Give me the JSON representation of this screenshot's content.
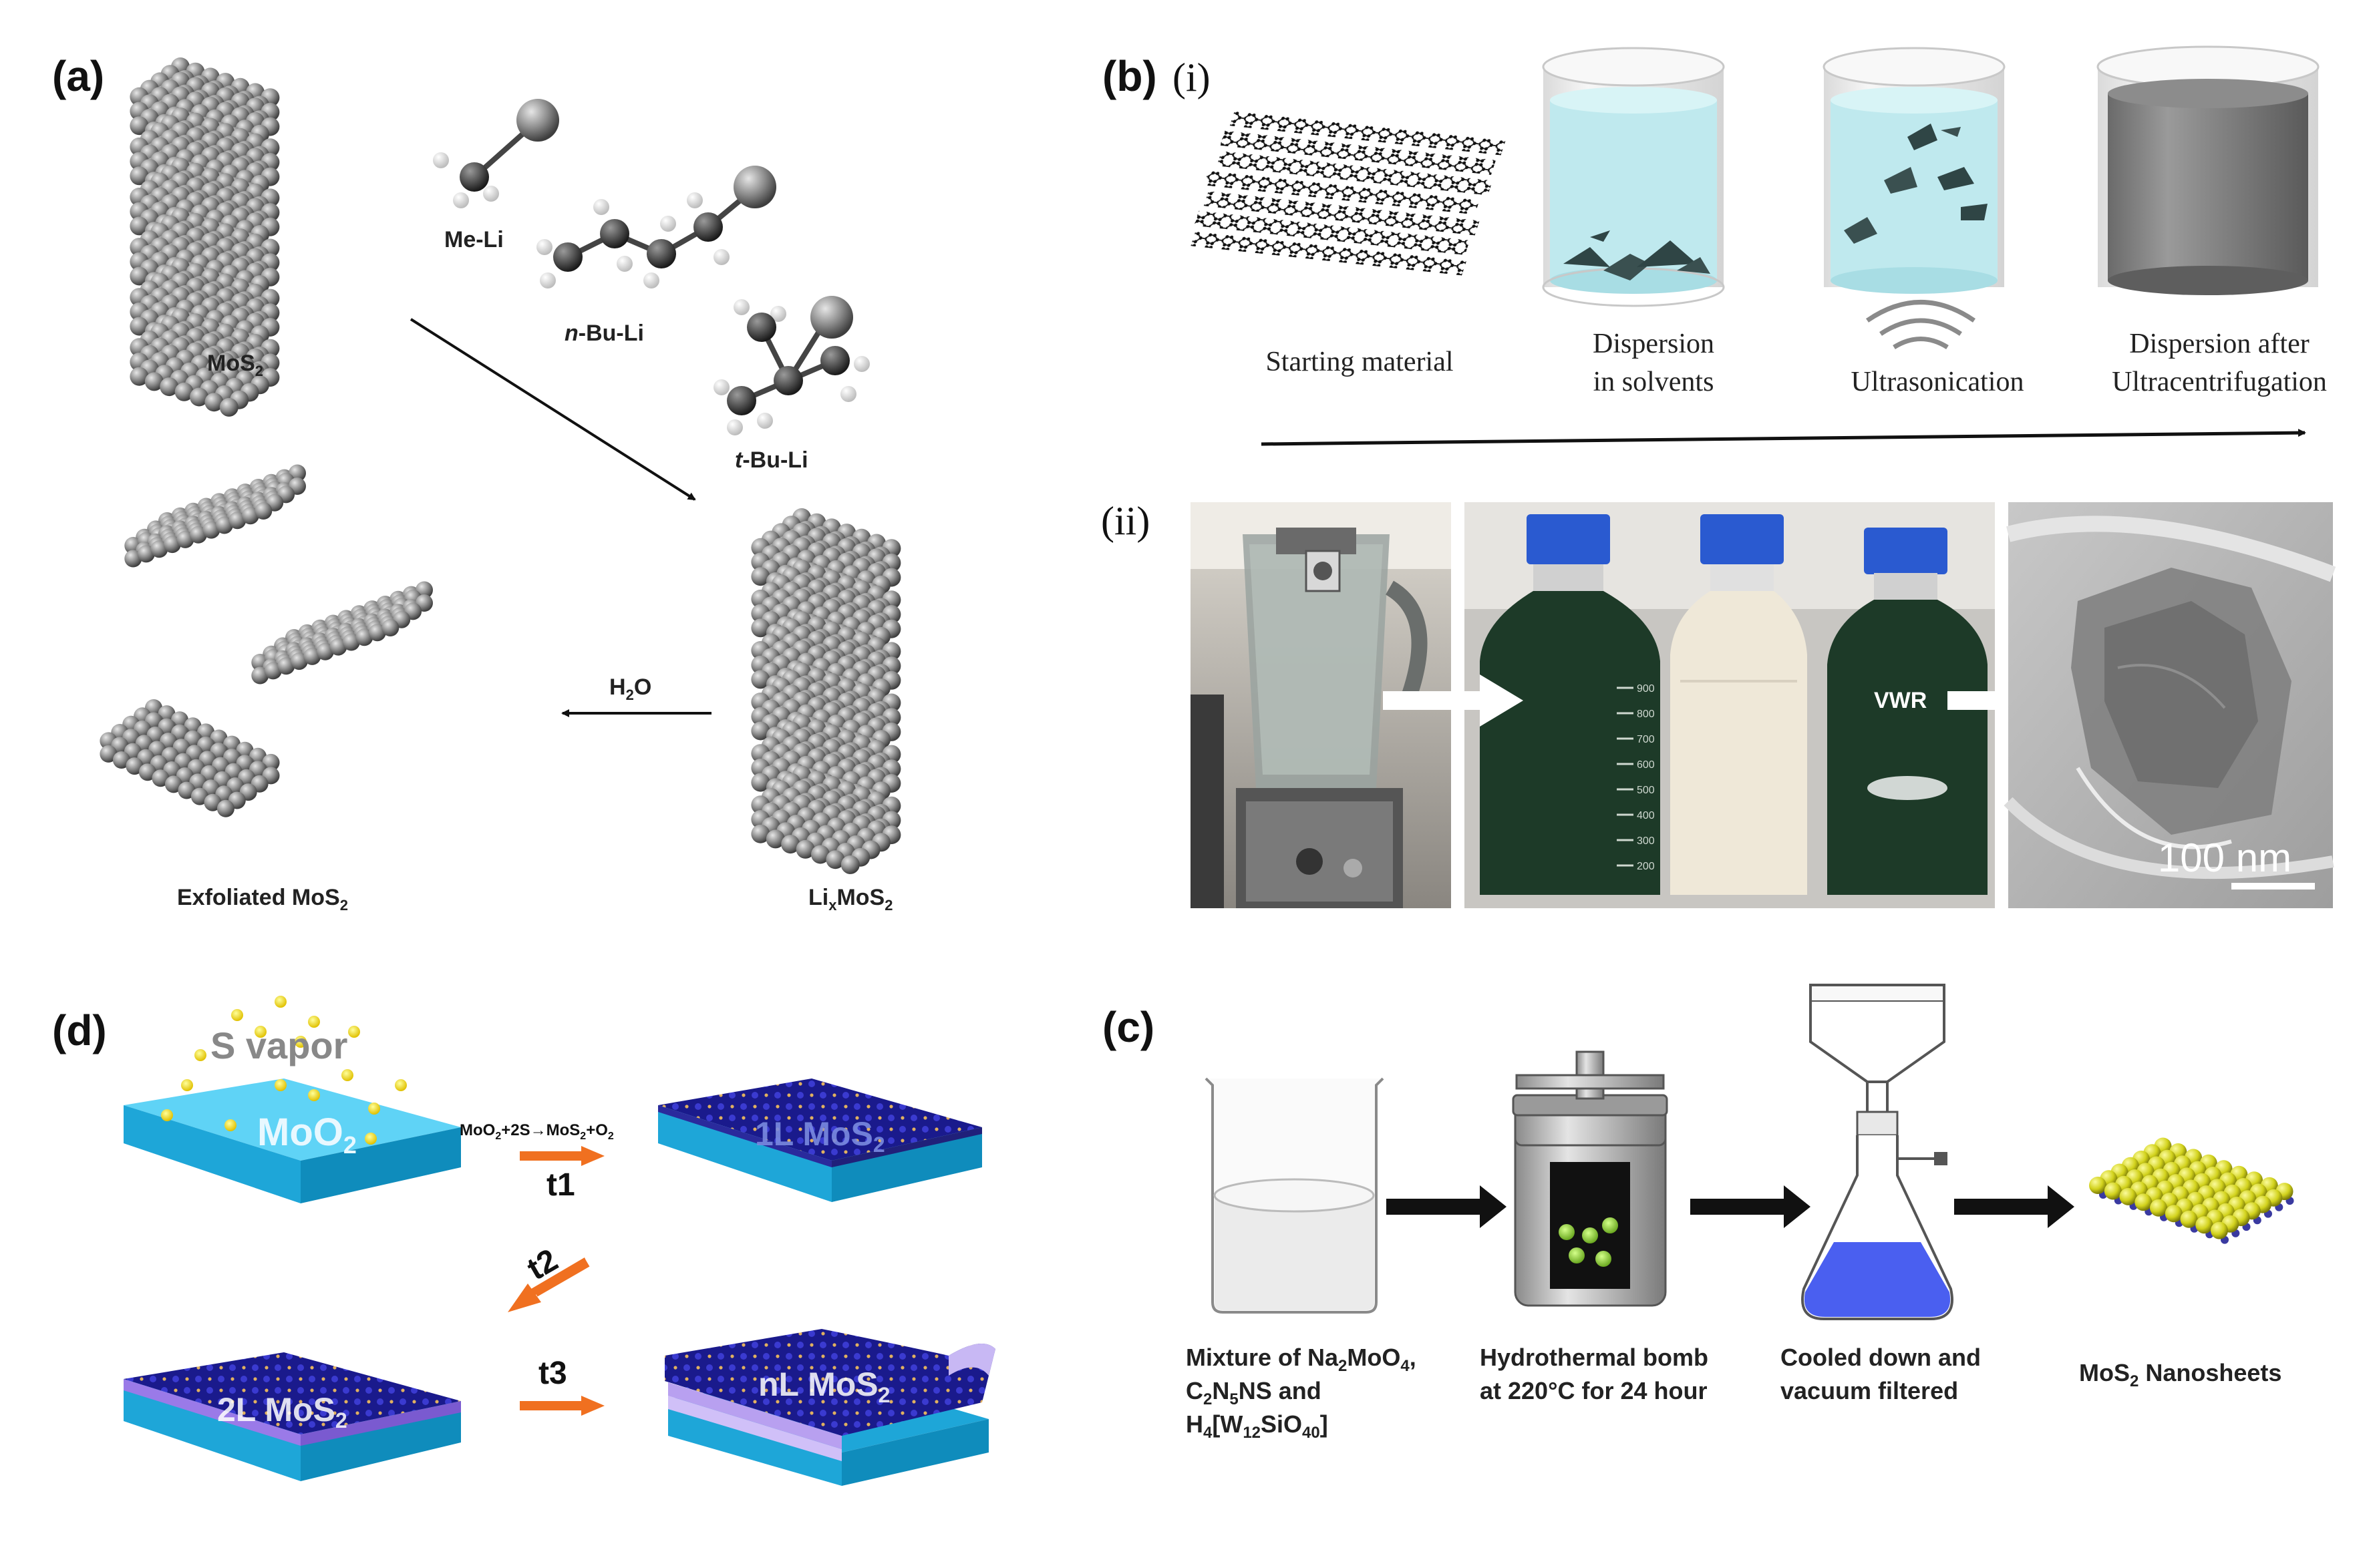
{
  "panel_a": {
    "label": "(a)",
    "mos2": "MoS",
    "mos2_sub": "2",
    "meli": "Me-Li",
    "nbuli_prefix": "n",
    "nbuli_rest": "-Bu-Li",
    "tbuli_prefix": "t",
    "tbuli_rest": "-Bu-Li",
    "h2o_h": "H",
    "h2o_sub": "2",
    "h2o_o": "O",
    "exfoliated": "Exfoliated MoS",
    "exfoliated_sub": "2",
    "lixmos2_li": "Li",
    "lixmos2_x": "x",
    "lixmos2_mos": "MoS",
    "lixmos2_sub": "2"
  },
  "panel_b": {
    "label": "(b)",
    "sub_i": "(i)",
    "sub_ii": "(ii)",
    "starting_material": "Starting material",
    "dispersion_l1": "Dispersion",
    "dispersion_l2": "in solvents",
    "ultrasonication": "Ultrasonication",
    "after_l1": "Dispersion after",
    "after_l2": "Ultracentrifugation",
    "scale_bar": "100 nm",
    "bottle_brand": "VWR",
    "bottle_ticks": [
      "900",
      "800",
      "700",
      "600",
      "500",
      "400",
      "300",
      "200"
    ]
  },
  "panel_c": {
    "label": "(c)",
    "mixture_l1a": "Mixture of Na",
    "mixture_l1s1": "2",
    "mixture_l1b": "MoO",
    "mixture_l1s2": "4",
    "mixture_l1c": ",",
    "mixture_l2a": "C",
    "mixture_l2s1": "2",
    "mixture_l2b": "N",
    "mixture_l2s2": "5",
    "mixture_l2c": "NS and",
    "mixture_l3a": "H",
    "mixture_l3s1": "4",
    "mixture_l3b": "[W",
    "mixture_l3s2": "12",
    "mixture_l3c": "SiO",
    "mixture_l3s3": "40",
    "mixture_l3d": "]",
    "bomb_l1": "Hydrothermal bomb",
    "bomb_l2": "at 220°C for 24 hour",
    "cooled_l1": "Cooled down and",
    "cooled_l2": "vacuum filtered",
    "nanosheets_a": "MoS",
    "nanosheets_sub": "2",
    "nanosheets_b": " Nanosheets"
  },
  "panel_d": {
    "label": "(d)",
    "s_vapor": "S vapor",
    "moo2": "MoO",
    "moo2_sub": "2",
    "eq_a": "MoO",
    "eq_s1": "2",
    "eq_b": "+2S",
    "eq_arrow": "→",
    "eq_c": "MoS",
    "eq_s2": "2",
    "eq_d": "+O",
    "eq_s3": "2",
    "t1": "t1",
    "t2": "t2",
    "t3": "t3",
    "l1": "1L MoS",
    "l1_sub": "2",
    "l2": "2L MoS",
    "l2_sub": "2",
    "ln": "nL MoS",
    "ln_sub": "2"
  },
  "colors": {
    "atom_gray": "#8a8a8a",
    "arrow_orange": "#f07020",
    "substrate_blue": "#3ec4f0",
    "mos2_navy": "#1a1a8c",
    "liquid_cyan": "#bfe9ee",
    "filter_blue": "#4a5ff0",
    "nanosheet_yellow": "#d8d820",
    "dark_liquid": "#1d3a28"
  }
}
